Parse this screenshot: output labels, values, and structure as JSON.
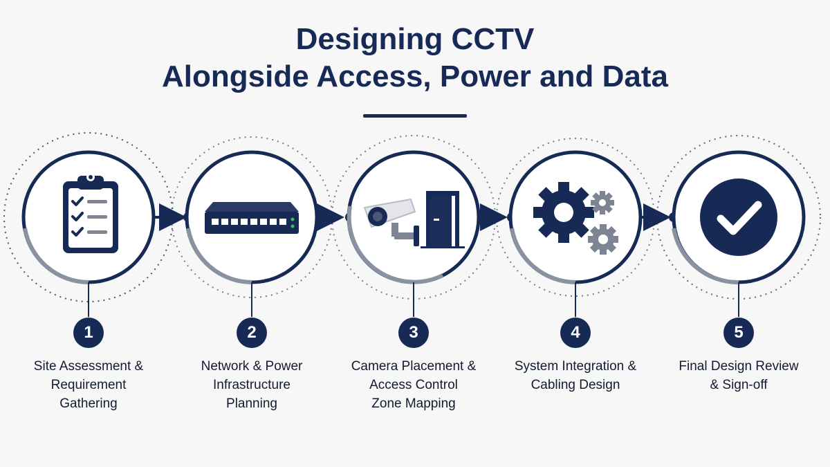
{
  "title_line1": "Designing CCTV",
  "title_line2": "Alongside Access, Power and Data",
  "colors": {
    "navy": "#162a55",
    "gray": "#7d8594",
    "light": "#f7f7f8"
  },
  "steps": [
    {
      "number": "1",
      "label_lines": [
        "Site Assessment &",
        "Requirement",
        "Gathering"
      ],
      "icon": "clipboard-checklist-icon"
    },
    {
      "number": "2",
      "label_lines": [
        "Network & Power",
        "Infrastructure",
        "Planning"
      ],
      "icon": "network-switch-icon"
    },
    {
      "number": "3",
      "label_lines": [
        "Camera Placement &",
        "Access Control",
        "Zone Mapping"
      ],
      "icon": "camera-door-icon"
    },
    {
      "number": "4",
      "label_lines": [
        "System Integration &",
        "Cabling Design"
      ],
      "icon": "gears-icon"
    },
    {
      "number": "5",
      "label_lines": [
        "Final Design Review",
        "& Sign-off"
      ],
      "icon": "checkmark-icon"
    }
  ]
}
